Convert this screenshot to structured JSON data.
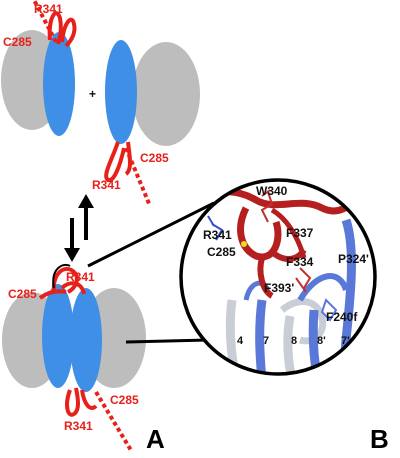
{
  "labels": {
    "top_left_R341": "R341",
    "top_left_C285": "C285",
    "plus": "+",
    "top_right_C285": "C285",
    "top_right_R341": "R341",
    "bottom_R341_top": "R341",
    "bottom_C285_left": "C285",
    "bottom_C285_right": "C285",
    "bottom_R341_bottom": "R341",
    "zoom_W340": "W340",
    "zoom_R341": "R341",
    "zoom_F337": "F337",
    "zoom_C285": "C285",
    "zoom_F334": "F334",
    "zoom_P324p": "P324'",
    "zoom_F393p": "F393'",
    "zoom_F240f": "F240f",
    "strand_4": "4",
    "strand_7": "7",
    "strand_8": "8",
    "strand_8p": "8'",
    "strand_7p": "7'"
  },
  "panels": {
    "a": "A",
    "b": "B"
  },
  "colors": {
    "gray": "#bdbdbd",
    "blue": "#3f8fe6",
    "red": "#e8201a",
    "purple_blue": "#5a78d8",
    "light_strand": "#c9ced6"
  }
}
